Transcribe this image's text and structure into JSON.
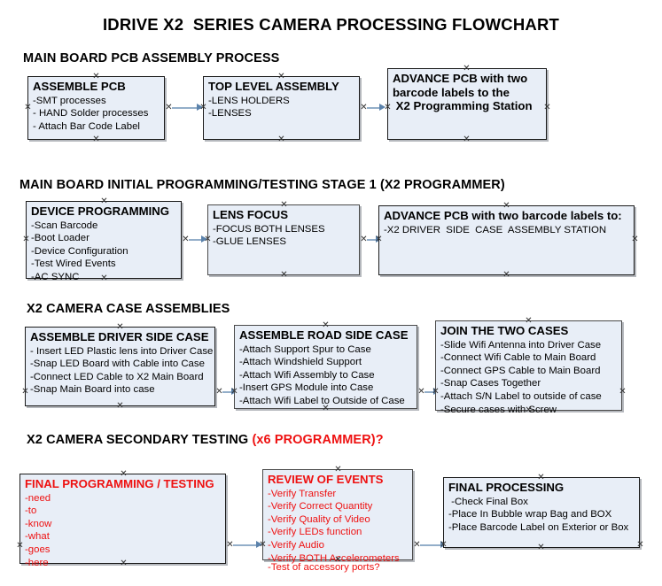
{
  "document": {
    "title": "IDRIVE X2  SERIES CAMERA PROCESSING FLOWCHART"
  },
  "sections": [
    {
      "id": "main-board-pcb-assembly",
      "heading": "MAIN BOARD PCB ASSEMBLY PROCESS",
      "heading_accent": "",
      "nodes": [
        {
          "id": "assemble-pcb",
          "title": "ASSEMBLE PCB",
          "lines": [
            "-SMT processes",
            "- HAND Solder processes",
            "- Attach Bar Code Label"
          ],
          "color": "black"
        },
        {
          "id": "top-level-assembly",
          "title": "TOP LEVEL ASSEMBLY",
          "lines": [
            "-LENS HOLDERS",
            "-LENSES"
          ],
          "color": "black"
        },
        {
          "id": "advance-pcb-to-x2-programming-station",
          "title": "ADVANCE PCB with two\nbarcode labels to the\n X2 Programming Station",
          "lines": [],
          "color": "black"
        }
      ]
    },
    {
      "id": "main-board-initial-programming",
      "heading": "MAIN BOARD INITIAL PROGRAMMING/TESTING STAGE 1 (X2 PROGRAMMER)",
      "heading_accent": "",
      "nodes": [
        {
          "id": "device-programming",
          "title": "DEVICE PROGRAMMING",
          "lines": [
            "-Scan Barcode",
            "-Boot Loader",
            "-Device Configuration",
            "-Test Wired Events",
            "-AC SYNC"
          ],
          "color": "black"
        },
        {
          "id": "lens-focus",
          "title": "LENS FOCUS",
          "lines": [
            "-FOCUS BOTH LENSES",
            "-GLUE LENSES"
          ],
          "color": "black"
        },
        {
          "id": "advance-pcb-to-driver-side-case-station",
          "title": "ADVANCE PCB with two barcode labels to:",
          "lines": [
            "-X2 DRIVER  SIDE  CASE  ASSEMBLY STATION"
          ],
          "color": "black"
        }
      ]
    },
    {
      "id": "x2-camera-case-assemblies",
      "heading": "X2 CAMERA CASE ASSEMBLIES",
      "heading_accent": "",
      "nodes": [
        {
          "id": "assemble-driver-side-case",
          "title": "ASSEMBLE DRIVER SIDE CASE",
          "lines": [
            "- Insert LED Plastic lens into Driver Case",
            "-Snap LED Board with Cable into Case",
            "-Connect LED Cable to X2 Main Board",
            "-Snap Main Board into case"
          ],
          "color": "black"
        },
        {
          "id": "assemble-road-side-case",
          "title": "ASSEMBLE ROAD SIDE CASE",
          "lines": [
            "-Attach Support Spur to Case",
            "-Attach Windshield Support",
            "-Attach Wifi Assembly to Case",
            "-Insert GPS Module into Case",
            "-Attach Wifi Label to Outside of Case"
          ],
          "color": "black"
        },
        {
          "id": "join-the-two-cases",
          "title": "JOIN THE TWO CASES",
          "lines": [
            "-Slide Wifi Antenna into Driver Case",
            "-Connect Wifi Cable to Main Board",
            "-Connect GPS Cable to Main Board",
            "-Snap Cases Together",
            "-Attach S/N Label to outside of case",
            "-Secure cases with Screw"
          ],
          "color": "black"
        }
      ]
    },
    {
      "id": "x2-camera-secondary-testing",
      "heading": "X2 CAMERA SECONDARY TESTING ",
      "heading_accent": "(x6 PROGRAMMER)?",
      "nodes": [
        {
          "id": "final-programming-testing",
          "title": "FINAL PROGRAMMING / TESTING",
          "lines": [
            "-need",
            "-to",
            "-know",
            "-what",
            "-goes",
            "-here"
          ],
          "color": "red"
        },
        {
          "id": "review-of-events",
          "title": "REVIEW OF EVENTS",
          "lines": [
            "-Verify Transfer",
            "-Verify Correct Quantity",
            "-Verify Quality of Video",
            "-Verify LEDs function",
            "-Verify Audio",
            "-Verify BOTH Accelerometers"
          ],
          "overflow_line": "-Test of accessory ports?",
          "color": "red"
        },
        {
          "id": "final-processing",
          "title": "FINAL PROCESSING",
          "lines": [
            " -Check Final Box",
            "-Place In Bubble wrap Bag and BOX",
            "-Place Barcode Label on Exterior or Box"
          ],
          "color": "black"
        }
      ]
    }
  ],
  "colors": {
    "node_fill": "#e8eef7",
    "node_border": "#1a1a1a",
    "connector": "#93aec9",
    "connector_arrow": "#5b82ab",
    "accent_red": "#ee1111",
    "text": "#000000",
    "background": "#ffffff"
  }
}
